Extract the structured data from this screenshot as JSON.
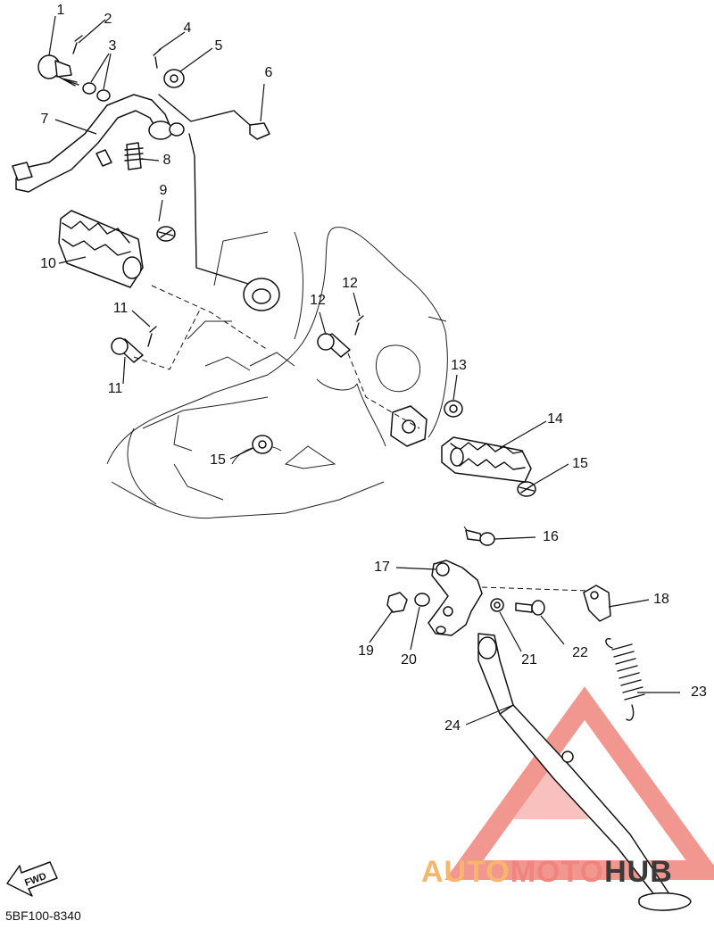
{
  "diagram_code": "5BF100-8340",
  "fwd_label": "FWD",
  "watermark": {
    "part1": "AUTO",
    "part2": "MOTO",
    "part3": "HUB",
    "color_orange": "#f7b66b",
    "color_red": "#f0857d",
    "color_dark": "#3a3a3a"
  },
  "callouts": [
    "1",
    "2",
    "3",
    "4",
    "5",
    "6",
    "7",
    "8",
    "9",
    "10",
    "11",
    "11",
    "12",
    "12",
    "13",
    "14",
    "15",
    "15",
    "16",
    "17",
    "18",
    "19",
    "20",
    "21",
    "22",
    "23",
    "24"
  ]
}
